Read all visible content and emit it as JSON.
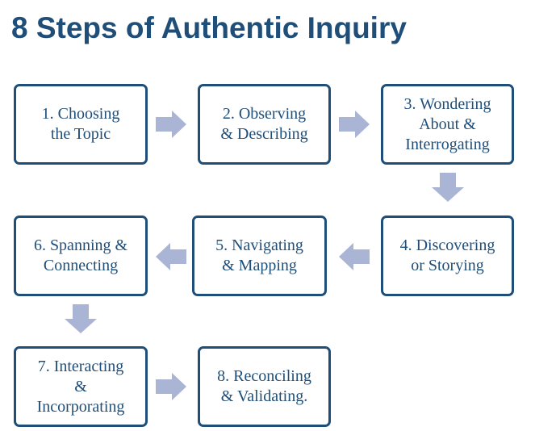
{
  "title": "8 Steps of Authentic Inquiry",
  "steps": [
    {
      "lines": [
        "1. Choosing",
        "the Topic"
      ]
    },
    {
      "lines": [
        "2. Observing",
        "& Describing"
      ]
    },
    {
      "lines": [
        "3. Wondering",
        "About &",
        "Interrogating"
      ]
    },
    {
      "lines": [
        "4. Discovering",
        "or Storying"
      ]
    },
    {
      "lines": [
        "5. Navigating",
        "& Mapping"
      ]
    },
    {
      "lines": [
        "6. Spanning &",
        "Connecting"
      ]
    },
    {
      "lines": [
        "7. Interacting",
        "&",
        "Incorporating"
      ]
    },
    {
      "lines": [
        "8. Reconciling",
        "& Validating."
      ]
    }
  ],
  "colors": {
    "title": "#1f4e79",
    "box_border": "#1f4e79",
    "box_text": "#1f4e79",
    "arrow": "#aab5d6"
  },
  "arrows": [
    {
      "icon": "arrow-right-icon",
      "from": 1,
      "to": 2
    },
    {
      "icon": "arrow-right-icon",
      "from": 2,
      "to": 3
    },
    {
      "icon": "arrow-down-icon",
      "from": 3,
      "to": 4
    },
    {
      "icon": "arrow-left-icon",
      "from": 4,
      "to": 5
    },
    {
      "icon": "arrow-left-icon",
      "from": 5,
      "to": 6
    },
    {
      "icon": "arrow-down-icon",
      "from": 6,
      "to": 7
    },
    {
      "icon": "arrow-right-icon",
      "from": 7,
      "to": 8
    }
  ]
}
